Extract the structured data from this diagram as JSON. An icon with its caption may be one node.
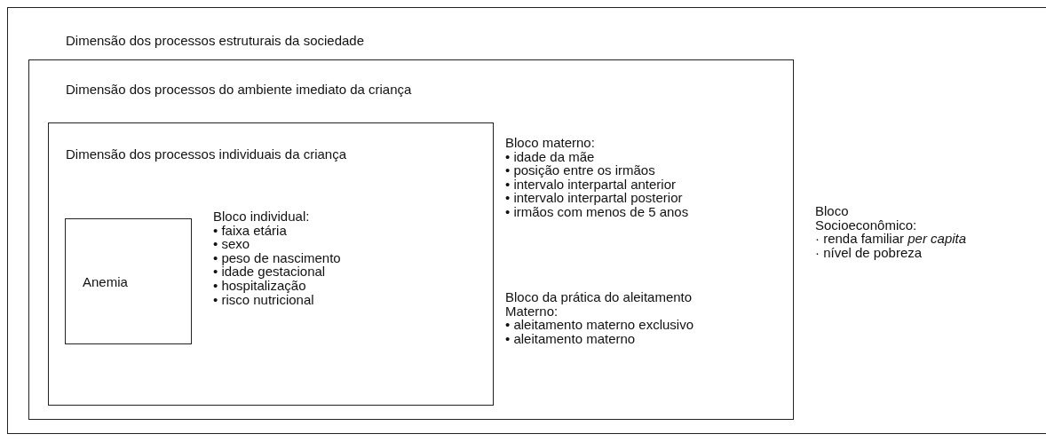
{
  "diagram": {
    "nodes": [
      {
        "text": [
          "Dimensão dos processos estruturais da sociedade",
          "Bloco Socioeconômico:",
          "· renda familiar *per capita*",
          "· nível de pobreza"
        ]
      },
      {
        "text": [
          "Dimensão dos processos do ambiente imediato da criança",
          "Bloco materno:",
          "• idade da mãe",
          "• posição entre os irmãos",
          "• intervalo interpartal anterior",
          "• intervalo interpartal posterior",
          "• irmãos com menos de 5 anos",
          "Bloco da prática do aleitamento Materno:",
          "• aleitamento materno exclusivo",
          "• aleitamento materno"
        ],
        "in": 0
      },
      {
        "text": [
          "Dimensão dos processos individuais da criança",
          "Bloco individual:",
          "• faixa etária",
          "• sexo",
          "• peso de nascimento",
          "• idade gestacional",
          "• hospitalização",
          "• risco nutricional"
        ],
        "in": 1
      },
      {
        "text": [
          "Anemia"
        ],
        "in": 2
      }
    ],
    "edges": []
  }
}
